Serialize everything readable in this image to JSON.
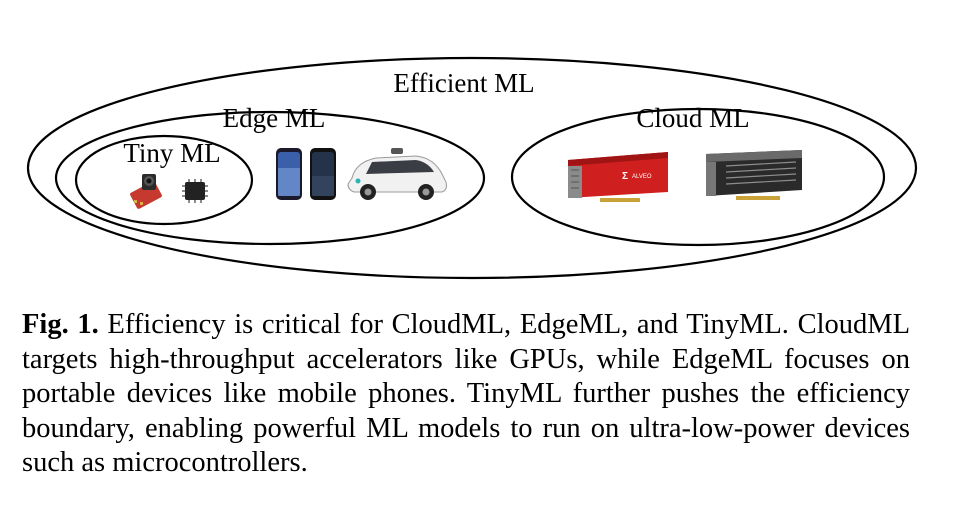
{
  "diagram": {
    "labels": {
      "efficient_ml": "Efficient ML",
      "edge_ml": "Edge ML",
      "tiny_ml": "Tiny ML",
      "cloud_ml": "Cloud ML"
    },
    "devices": {
      "tiny_ml": [
        "camera-module-icon",
        "microcontroller-chip-icon"
      ],
      "edge_ml": [
        "smartphone-icon",
        "smartphone-icon",
        "self-driving-car-icon"
      ],
      "cloud_ml": [
        "fpga-accelerator-card-icon",
        "gpu-card-icon"
      ]
    },
    "card_text": "ALVEO",
    "colors": {
      "outline": "#000000",
      "fpga_red": "#d01f1f",
      "gpu_dark": "#2a2a2a"
    }
  },
  "caption": {
    "label": "Fig. 1.",
    "text": "Efficiency is critical for CloudML, EdgeML, and TinyML. CloudML targets high-throughput accelerators like GPUs, while EdgeML focuses on portable devices like mobile phones. TinyML further pushes the efficiency boundary, enabling powerful ML models to run on ultra-low-power devices such as microcontrollers."
  }
}
